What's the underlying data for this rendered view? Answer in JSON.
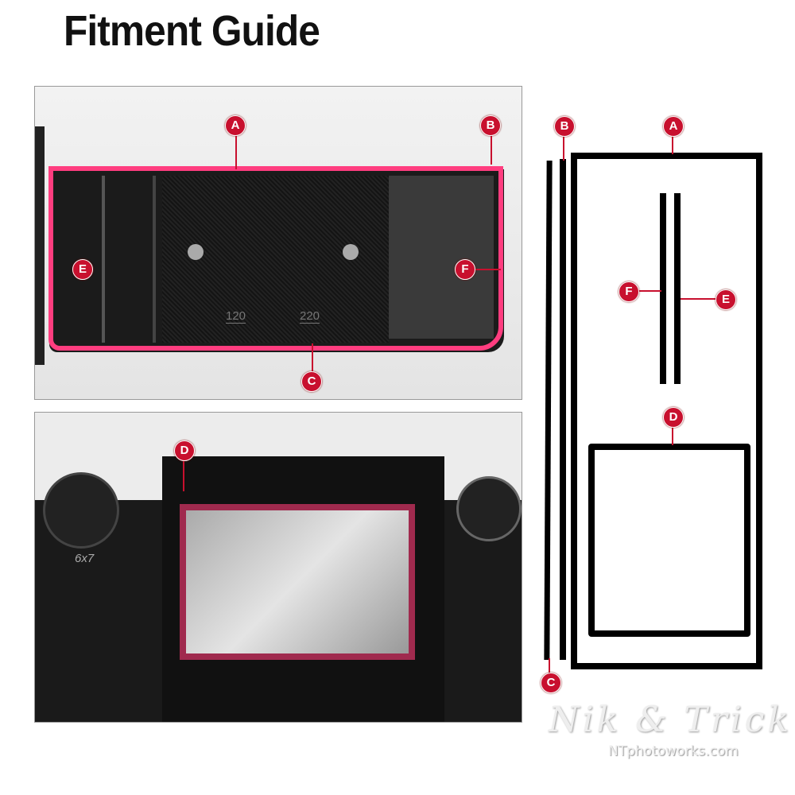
{
  "title": "Fitment Guide",
  "top_photo": {
    "labels": [
      "A",
      "B",
      "C",
      "E",
      "F"
    ],
    "markings": [
      "120",
      "220"
    ]
  },
  "bottom_photo": {
    "labels": [
      "D"
    ],
    "camera_text": "6x7"
  },
  "diagram": {
    "labels": [
      "A",
      "B",
      "C",
      "D",
      "E",
      "F"
    ]
  },
  "watermark": {
    "logo": "Nik & Trick",
    "site": "NTphotoworks.com"
  },
  "colors": {
    "label": "#c8102e",
    "seal_outline": "#ff3d7f"
  }
}
